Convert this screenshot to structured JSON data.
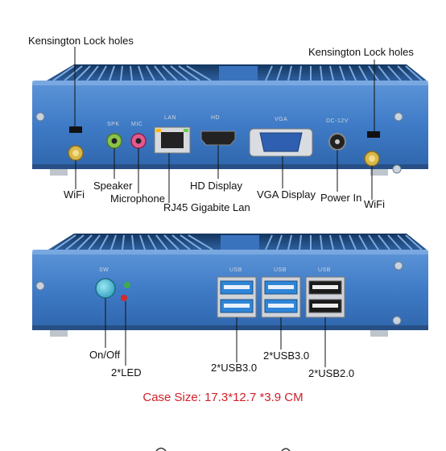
{
  "top_unit": {
    "port_labels": {
      "spk": "SPK",
      "mic": "MIC",
      "lan": "LAN",
      "hd": "HD",
      "vga": "VGA",
      "dc": "DC-12V"
    },
    "callouts": {
      "kensington_left": "Kensington Lock holes",
      "kensington_right": "Kensington Lock holes",
      "wifi_left": "WiFi",
      "speaker": "Speaker",
      "microphone": "Microphone",
      "rj45": "RJ45 Gigabite Lan",
      "hd_display": "HD Display",
      "vga_display": "VGA Display",
      "power_in": "Power In",
      "wifi_right": "WiFi"
    }
  },
  "bottom_unit": {
    "port_labels": {
      "sw": "SW",
      "usb_1": "USB",
      "usb_2": "USB",
      "usb_3": "USB"
    },
    "callouts": {
      "on_off": "On/Off",
      "led": "2*LED",
      "usb3_a": "2*USB3.0",
      "usb3_b": "2*USB3.0",
      "usb2": "2*USB2.0"
    }
  },
  "case_size": "Case Size: 17.3*12.7 *3.9 CM",
  "colors": {
    "case_blue": "#3d78c4",
    "case_dark": "#1e4f8f",
    "usb3_blue": "#2f86d8",
    "callout_red": "#d0202a"
  }
}
